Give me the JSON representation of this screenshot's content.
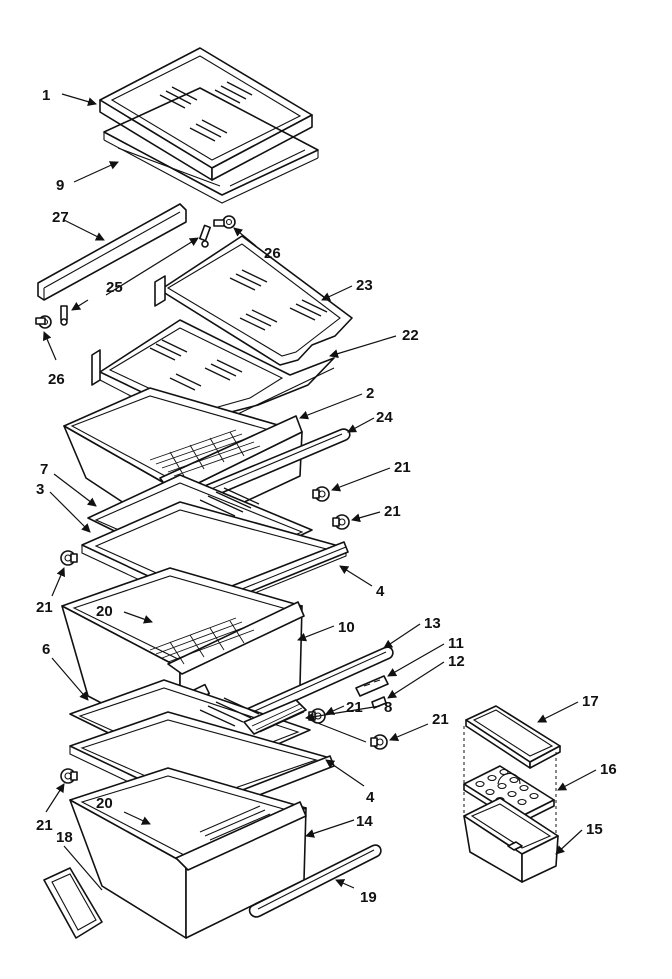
{
  "diagram": {
    "callouts": {
      "c1": "1",
      "c9": "9",
      "c27": "27",
      "c25": "25",
      "c26a": "26",
      "c26b": "26",
      "c23": "23",
      "c22": "22",
      "c2": "2",
      "c24": "24",
      "c7": "7",
      "c3": "3",
      "c21a": "21",
      "c21b": "21",
      "c21c": "21",
      "c4a": "4",
      "c20a": "20",
      "c10": "10",
      "c13": "13",
      "c11": "11",
      "c12": "12",
      "c6": "6",
      "c8": "8",
      "c21d": "21",
      "c21e": "21",
      "c17": "17",
      "c16": "16",
      "c4b": "4",
      "c21f": "21",
      "c20b": "20",
      "c14": "14",
      "c15": "15",
      "c18": "18",
      "c19": "19"
    }
  }
}
